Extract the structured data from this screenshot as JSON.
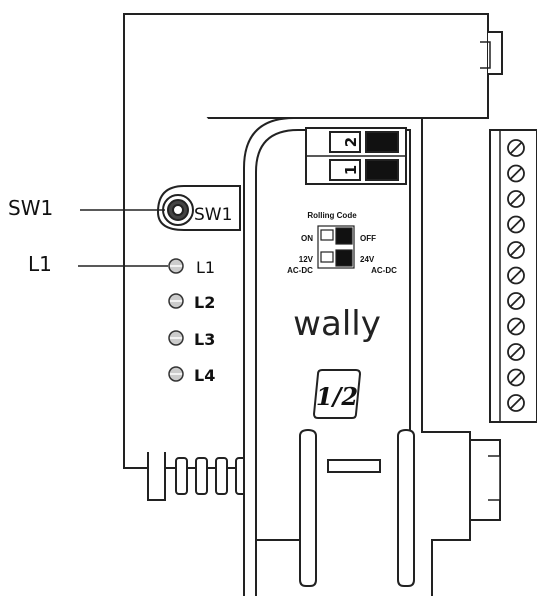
{
  "callouts": {
    "sw1": "SW1",
    "l1": "L1"
  },
  "board_labels": {
    "sw1": "SW1",
    "l1": "L1",
    "l2": "L2",
    "l3": "L3",
    "l4": "L4"
  },
  "dip_header": {
    "pos2": "2",
    "pos1": "1"
  },
  "module": {
    "title": "Rolling Code",
    "on": "ON",
    "off": "OFF",
    "v12": "12V",
    "v24": "24V",
    "acdc_left": "AC-DC",
    "acdc_right": "AC-DC",
    "brand": "wally",
    "model": "1/2"
  },
  "terminal_count": 11
}
